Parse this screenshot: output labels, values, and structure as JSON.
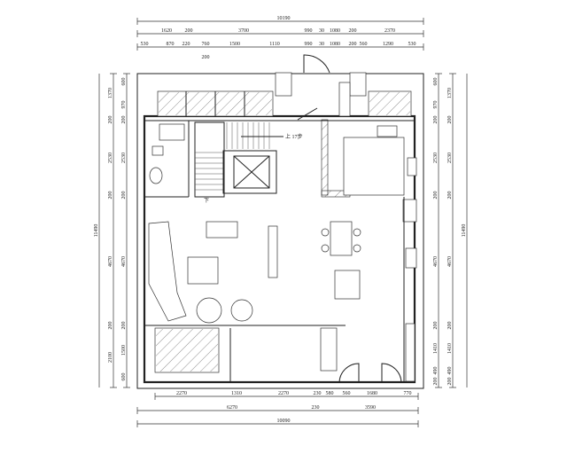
{
  "dimensions": {
    "top_total": "10190",
    "top_row2": [
      "1620",
      "200",
      "3700",
      "990",
      "30",
      "1080",
      "200",
      "2370"
    ],
    "top_row3": [
      "530",
      "870",
      "220",
      "760",
      "1500",
      "1110",
      "990",
      "30",
      "1080",
      "200",
      "560",
      "1290",
      "530"
    ],
    "top_note": "200",
    "bottom_row1": [
      "2270",
      "1310",
      "2270",
      "230",
      "580",
      "560",
      "1680",
      "770"
    ],
    "bottom_row2": [
      "6270",
      "230",
      "3590"
    ],
    "bottom_total": "10090",
    "left_total": "11490",
    "left_col1": [
      "1370",
      "200",
      "2530",
      "200",
      "4670",
      "200",
      "2100"
    ],
    "left_col2": [
      "600",
      "970",
      "200",
      "2530",
      "200",
      "4670",
      "200",
      "1500",
      "600"
    ],
    "right_col1": [
      "600",
      "970",
      "200",
      "2530",
      "200",
      "4670",
      "200",
      "1410",
      "490",
      "200"
    ],
    "right_col2": [
      "1370",
      "200",
      "2530",
      "200",
      "4670",
      "200",
      "1410",
      "490",
      "200"
    ],
    "right_total": "11490"
  },
  "labels": {
    "stairs_up": "上 17步",
    "stairs_down": "下"
  }
}
